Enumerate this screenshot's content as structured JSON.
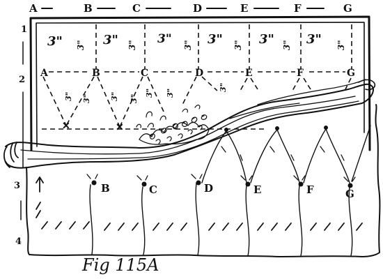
{
  "top_letters": [
    "A",
    "B",
    "C",
    "D",
    "E",
    "F",
    "G"
  ],
  "row_letters": [
    "A",
    "B",
    "C",
    "D",
    "E",
    "F",
    "G"
  ],
  "bottom_letters": [
    "B",
    "C",
    "D",
    "E",
    "F",
    "G"
  ],
  "side_marks": [
    "1",
    "2",
    "3",
    "4"
  ],
  "measure_top": "3\"",
  "measure_vertical": "3\"",
  "caption": "Fig 115A"
}
